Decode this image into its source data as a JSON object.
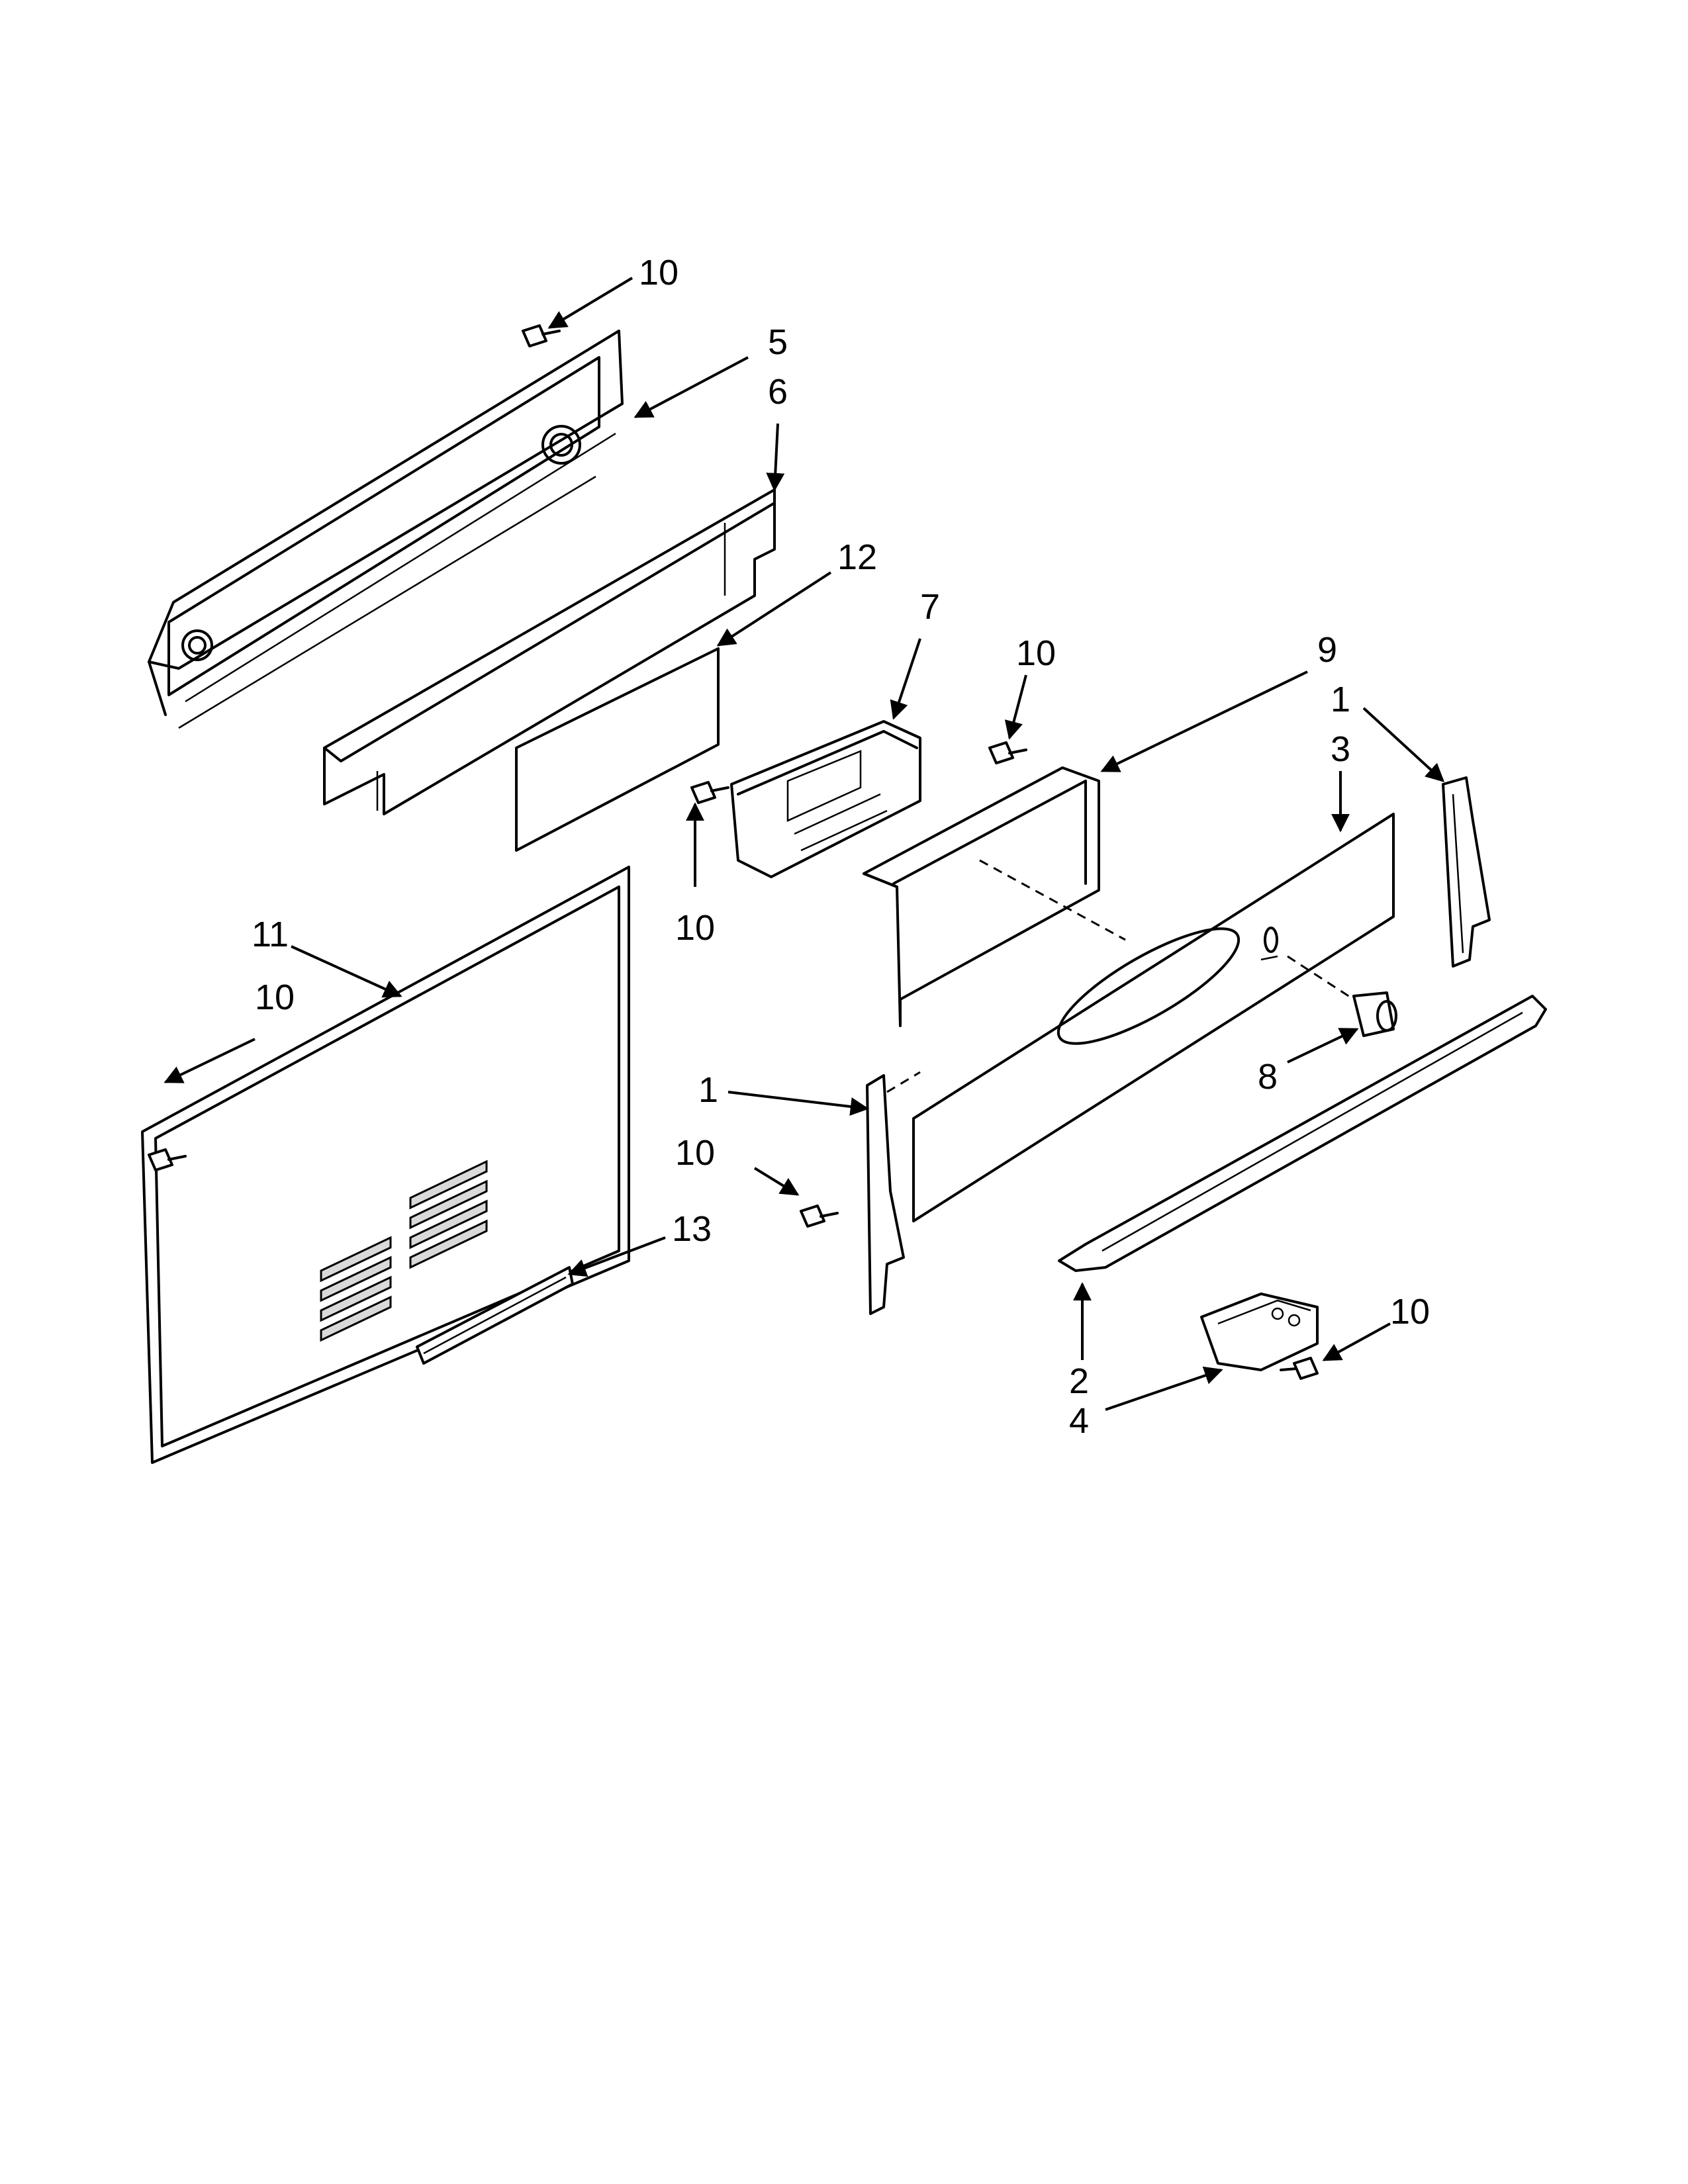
{
  "callouts": [
    {
      "id": "c10-top",
      "text": "10"
    },
    {
      "id": "c5",
      "text": "5"
    },
    {
      "id": "c6",
      "text": "6"
    },
    {
      "id": "c12",
      "text": "12"
    },
    {
      "id": "c7",
      "text": "7"
    },
    {
      "id": "c10-mid",
      "text": "10"
    },
    {
      "id": "c9",
      "text": "9"
    },
    {
      "id": "c1-right",
      "text": "1"
    },
    {
      "id": "c3",
      "text": "3"
    },
    {
      "id": "c10-left-screw",
      "text": "10"
    },
    {
      "id": "c11",
      "text": "11"
    },
    {
      "id": "c10-left",
      "text": "10"
    },
    {
      "id": "c1-left",
      "text": "1"
    },
    {
      "id": "c8",
      "text": "8"
    },
    {
      "id": "c10-lower",
      "text": "10"
    },
    {
      "id": "c13",
      "text": "13"
    },
    {
      "id": "c10-right",
      "text": "10"
    },
    {
      "id": "c2",
      "text": "2"
    },
    {
      "id": "c4",
      "text": "4"
    }
  ]
}
